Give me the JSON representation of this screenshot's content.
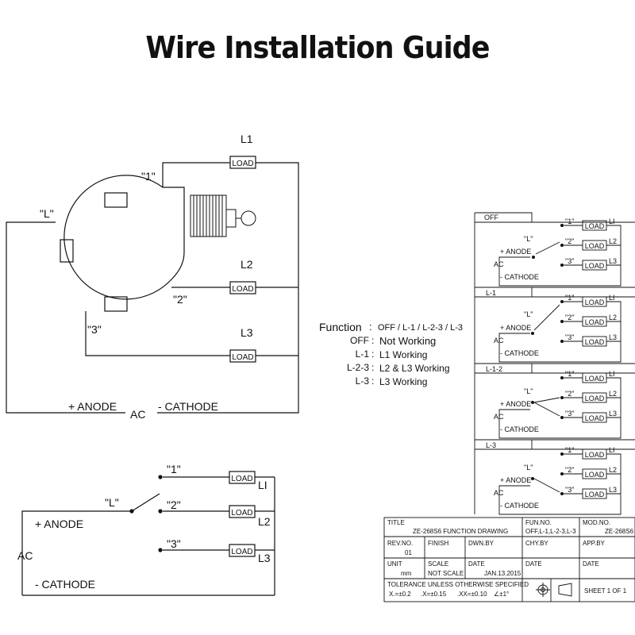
{
  "title": "Wire Installation Guide",
  "main": {
    "L1": "L1",
    "L2": "L2",
    "L3": "L3",
    "t1": "\"1\"",
    "t2": "\"2\"",
    "t3": "\"3\"",
    "tL": "\"L\"",
    "load": "LOAD",
    "anode": "+ ANODE",
    "ac": "AC",
    "cathode": "- CATHODE"
  },
  "function_legend": {
    "function_label": "Function",
    "function_value": "OFF / L-1 / L-2-3 / L-3",
    "rows": [
      {
        "key": "OFF",
        "value": "Not Working"
      },
      {
        "key": "L-1",
        "value": "L1 Working"
      },
      {
        "key": "L-2-3",
        "value": "L2 & L3 Working"
      },
      {
        "key": "L-3",
        "value": "L3  Working"
      }
    ]
  },
  "schematic": {
    "t1": "\"1\"",
    "t2": "\"2\"",
    "t3": "\"3\"",
    "tL": "\"L\"",
    "load": "LOAD",
    "out1": "LI",
    "out2": "L2",
    "out3": "L3",
    "anode": "+ ANODE",
    "ac": "AC",
    "cathode": "- CATHODE"
  },
  "panels": [
    {
      "tab": "OFF",
      "t1": "\"1\"",
      "t2": "\"2\"",
      "t3": "\"3\"",
      "tL": "\"L\"",
      "load": "LOAD",
      "o1": "LI",
      "o2": "L2",
      "o3": "L3",
      "anode": "+ ANODE",
      "ac": "AC",
      "cathode": "- CATHODE"
    },
    {
      "tab": "L-1",
      "t1": "\"1\"",
      "t2": "\"2\"",
      "t3": "\"3\"",
      "tL": "\"L\"",
      "load": "LOAD",
      "o1": "LI",
      "o2": "L2",
      "o3": "L3",
      "anode": "+ ANODE",
      "ac": "AC",
      "cathode": "- CATHODE"
    },
    {
      "tab": "L-1-2",
      "t1": "\"1\"",
      "t2": "\"2\"",
      "t3": "\"3\"",
      "tL": "\"L\"",
      "load": "LOAD",
      "o1": "LI",
      "o2": "L2",
      "o3": "L3",
      "anode": "+ ANODE",
      "ac": "AC",
      "cathode": "- CATHODE"
    },
    {
      "tab": "L-3",
      "t1": "\"1\"",
      "t2": "\"2\"",
      "t3": "\"3\"",
      "tL": "\"L\"",
      "load": "LOAD",
      "o1": "LI",
      "o2": "L2",
      "o3": "L3",
      "anode": "+ ANODE",
      "ac": "AC",
      "cathode": "- CATHODE"
    }
  ],
  "title_block": {
    "title_h": "TITLE",
    "title_v": "ZE-268S6 FUNCTION DRAWING",
    "fun_h": "FUN.NO.",
    "fun_v": "OFF,L-1,L-2-3,L-3",
    "mod_h": "MOD.NO.",
    "mod_v": "ZE-268S6",
    "rev_h": "REV.NO.",
    "rev_v": "01",
    "finish_h": "FINISH",
    "dwn_h": "DWN.BY",
    "chy_h": "CHY.BY",
    "app_h": "APP.BY",
    "unit_h": "UNIT",
    "unit_v": "mm",
    "scale_h": "SCALE",
    "scale_v": "NOT SCALE",
    "date_h": "DATE",
    "date_v": "JAN.13.2015",
    "date2_h": "DATE",
    "date3_h": "DATE",
    "tol_h": "TOLERANCE UNLESS OTHERWISE SPECIFIED",
    "tol_x": "X.=±0.2",
    "tol_xx": ".X=±0.15",
    "tol_xxx": ".XX=±0.10",
    "tol_ang": "∠±1°",
    "sheet": "SHEET 1 OF 1"
  }
}
